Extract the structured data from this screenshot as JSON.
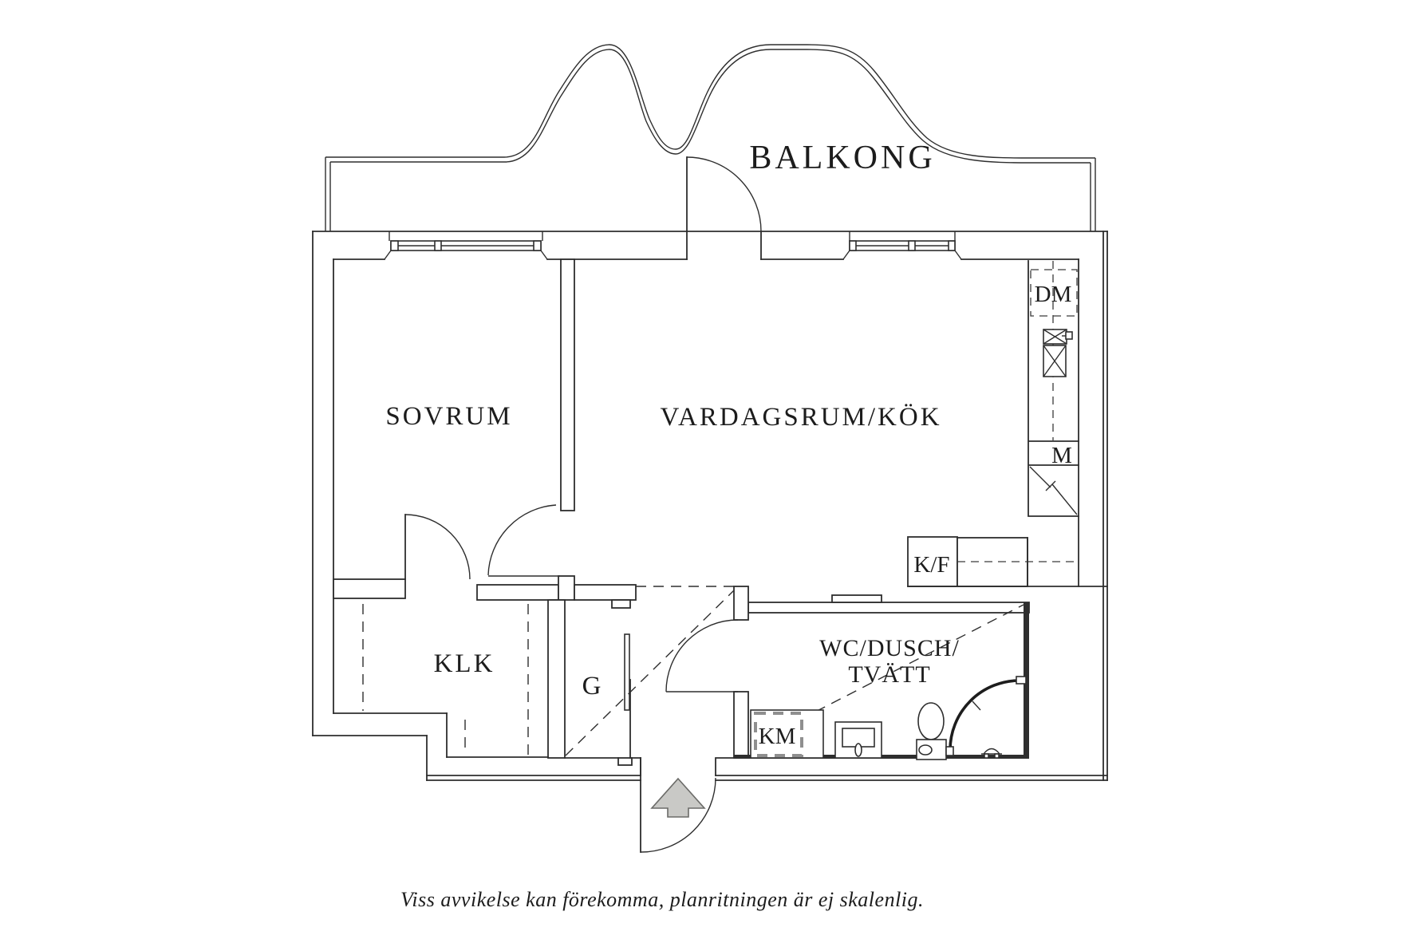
{
  "plan": {
    "rooms": {
      "balcony": "BALKONG",
      "bedroom": "SOVRUM",
      "living_kitchen": "VARDAGSRUM/KÖK",
      "closet": "KLK",
      "hall": "G",
      "bathroom_line1": "WC/DUSCH/",
      "bathroom_line2": "TVÄTT"
    },
    "appliances": {
      "dishwasher": "DM",
      "microwave": "M",
      "fridge_freezer": "K/F",
      "washing_machine": "KM"
    },
    "footer": {
      "disclaimer": "Viss avvikelse kan förekomma, planritningen är ej skalenlig."
    }
  }
}
